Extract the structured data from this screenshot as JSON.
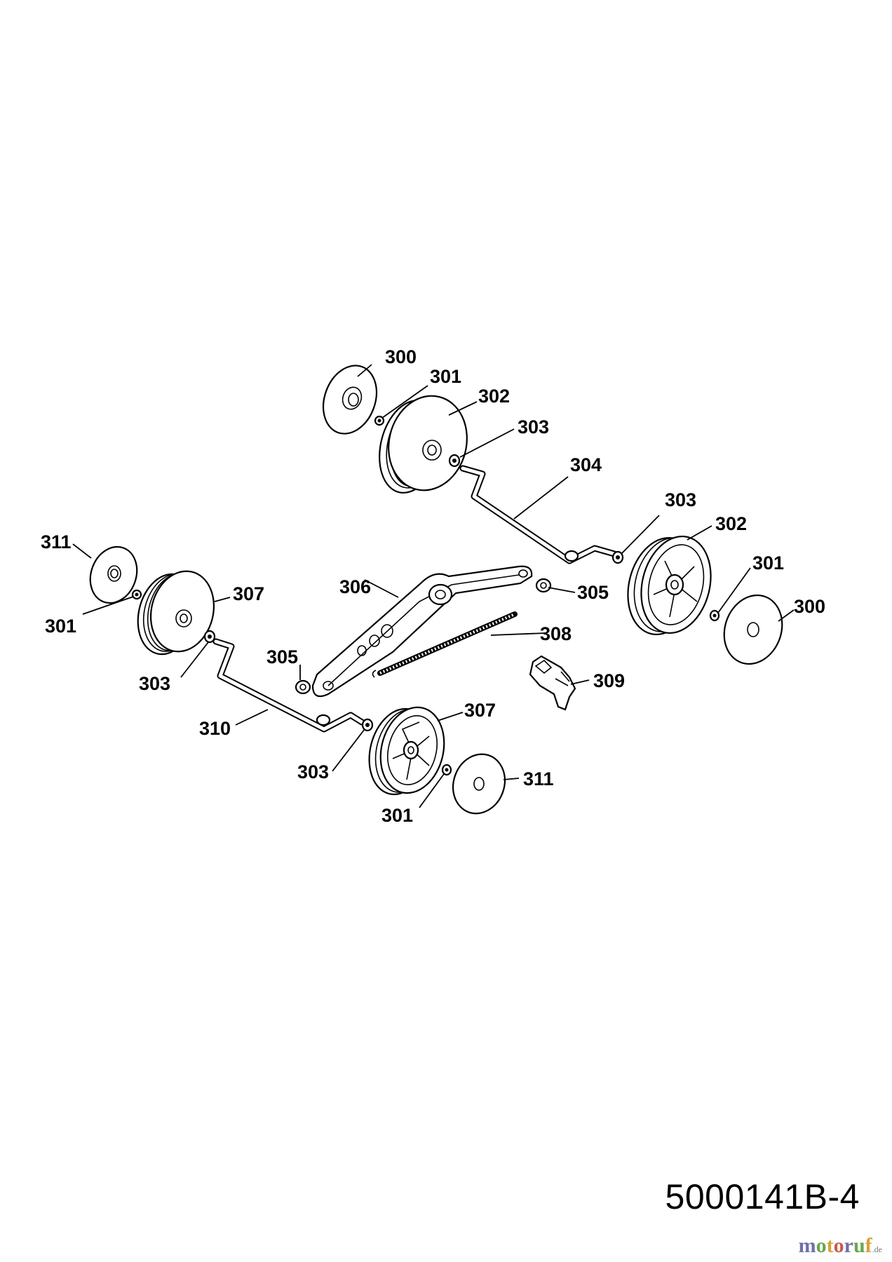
{
  "drawing_number": "5000141B-4",
  "brand": {
    "main": "motoruf",
    "tld": ".de"
  },
  "callouts": {
    "c300a": "300",
    "c301a": "301",
    "c302a": "302",
    "c303a": "303",
    "c304": "304",
    "c303b": "303",
    "c302b": "302",
    "c301b": "301",
    "c300b": "300",
    "c311a": "311",
    "c301c": "301",
    "c307a": "307",
    "c303c": "303",
    "c306": "306",
    "c305a": "305",
    "c305b": "305",
    "c308": "308",
    "c309": "309",
    "c310": "310",
    "c303d": "303",
    "c307b": "307",
    "c311b": "311",
    "c301d": "301"
  }
}
